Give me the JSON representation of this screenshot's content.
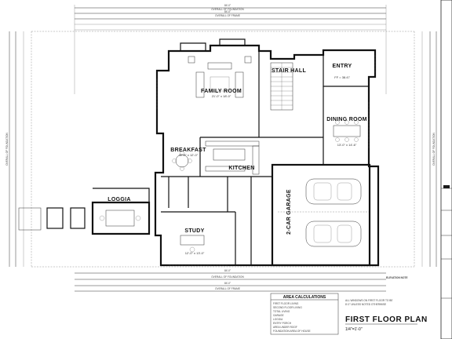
{
  "overall_dims": {
    "top_1": "84'-0\"",
    "top_1_sub": "OVERALL OF FOUNDATION",
    "top_2": "84'-0\"",
    "top_2_sub": "OVERALL OF FRAME",
    "bottom_1": "84'-0\"",
    "bottom_1_sub": "OVERALL OF FOUNDATION",
    "bottom_2": "84'-0\"",
    "bottom_2_sub": "OVERALL OF FRAME",
    "left": "OVERALL OF FOUNDATION",
    "right": "OVERALL OF FOUNDATION"
  },
  "rooms": {
    "family_room": {
      "name": "FAMILY ROOM",
      "size": "21'-0\" x 18'-0\""
    },
    "stair_hall": {
      "name": "STAIR HALL",
      "size": ""
    },
    "entry": {
      "name": "ENTRY",
      "size": "FF = 38.47"
    },
    "dining_room": {
      "name": "DINING ROOM",
      "size": "13'-0\" x 14'-6\""
    },
    "breakfast": {
      "name": "BREAKFAST",
      "size": "11'-0\" x 12'-0\""
    },
    "kitchen": {
      "name": "KITCHEN",
      "size": ""
    },
    "garage": {
      "name": "2-CAR GARAGE",
      "size": ""
    },
    "loggia": {
      "name": "LOGGIA",
      "size": ""
    },
    "study": {
      "name": "STUDY",
      "size": "12'-0\" x 13'-0\""
    }
  },
  "area_calculations": {
    "title": "AREA CALCULATIONS",
    "rows": [
      "FIRST FLOOR LIVING",
      "SECOND FLOOR LIVING",
      "TOTAL LIVING",
      "GARAGE",
      "LOGGIA",
      "ENTRY PORCH",
      "AREA UNDER ROOF",
      "FOUNDATION AREA OF HOUSE"
    ]
  },
  "notes": {
    "heading": "ELEVATION NOTE",
    "lines": [
      "ALL WINDOWS ON FIRST FLOOR TO BE",
      "8'-0\" UNLESS NOTED OTHERWISE"
    ]
  },
  "sheet": {
    "title": "FIRST FLOOR PLAN",
    "scale": "1/4\"=1'-0\""
  }
}
